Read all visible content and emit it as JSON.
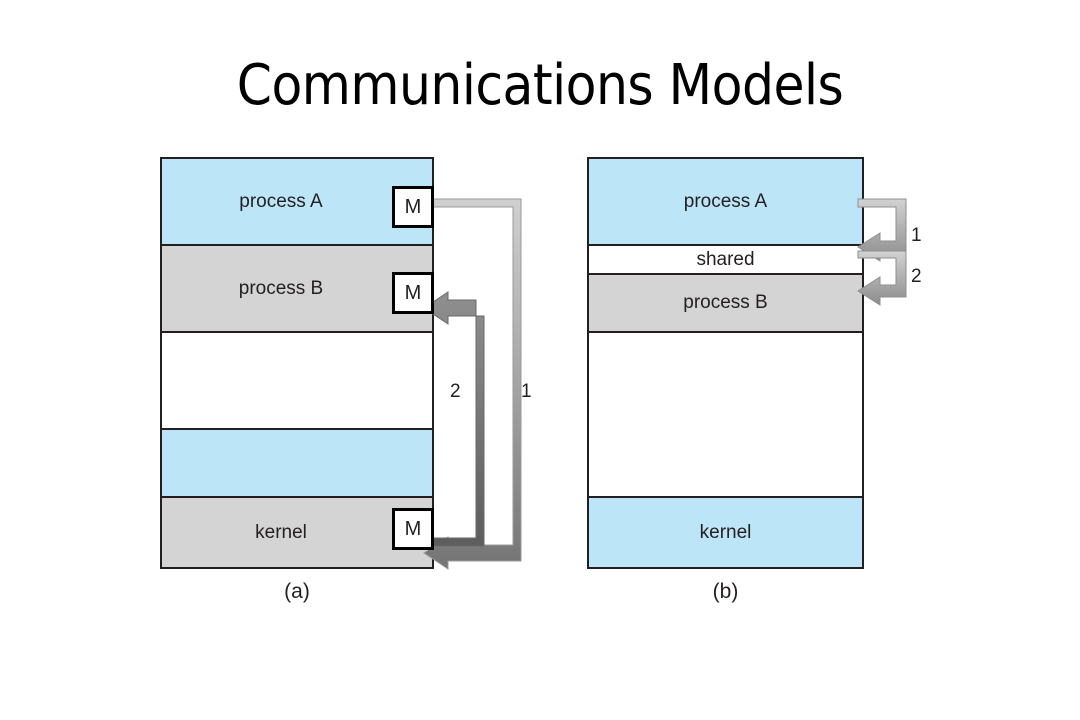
{
  "slide": {
    "title": "Communications Models",
    "background_color": "#ffffff",
    "text_color": "#231f20",
    "blue_color": "#bde5f8",
    "gray_color": "#d4d4d4",
    "arrow_light_color": "#c8c8c8",
    "arrow_dark_color": "#6e6e6e"
  },
  "diagram_a": {
    "caption": "(a)",
    "bands": [
      {
        "label": "process A",
        "fill": "blue",
        "has_mbox": true,
        "mbox_label": "M"
      },
      {
        "label": "process B",
        "fill": "gray",
        "has_mbox": true,
        "mbox_label": "M"
      },
      {
        "label": "",
        "fill": "white",
        "has_mbox": false,
        "mbox_label": ""
      },
      {
        "label": "",
        "fill": "blue",
        "has_mbox": false,
        "mbox_label": ""
      },
      {
        "label": "kernel",
        "fill": "gray",
        "has_mbox": true,
        "mbox_label": "M"
      }
    ],
    "arrows": [
      {
        "id": "1",
        "label": "1",
        "from": "process A M",
        "to": "kernel M",
        "style": "light"
      },
      {
        "id": "2",
        "label": "2",
        "from": "kernel M",
        "to": "process B M",
        "style": "dark"
      }
    ]
  },
  "diagram_b": {
    "caption": "(b)",
    "bands": [
      {
        "label": "process A",
        "fill": "blue"
      },
      {
        "label": "shared",
        "fill": "white"
      },
      {
        "label": "process B",
        "fill": "gray"
      },
      {
        "label": "",
        "fill": "white"
      },
      {
        "label": "kernel",
        "fill": "blue"
      }
    ],
    "arrows": [
      {
        "id": "1",
        "label": "1",
        "target": "shared region upper edge"
      },
      {
        "id": "2",
        "label": "2",
        "target": "shared region lower edge"
      }
    ]
  }
}
